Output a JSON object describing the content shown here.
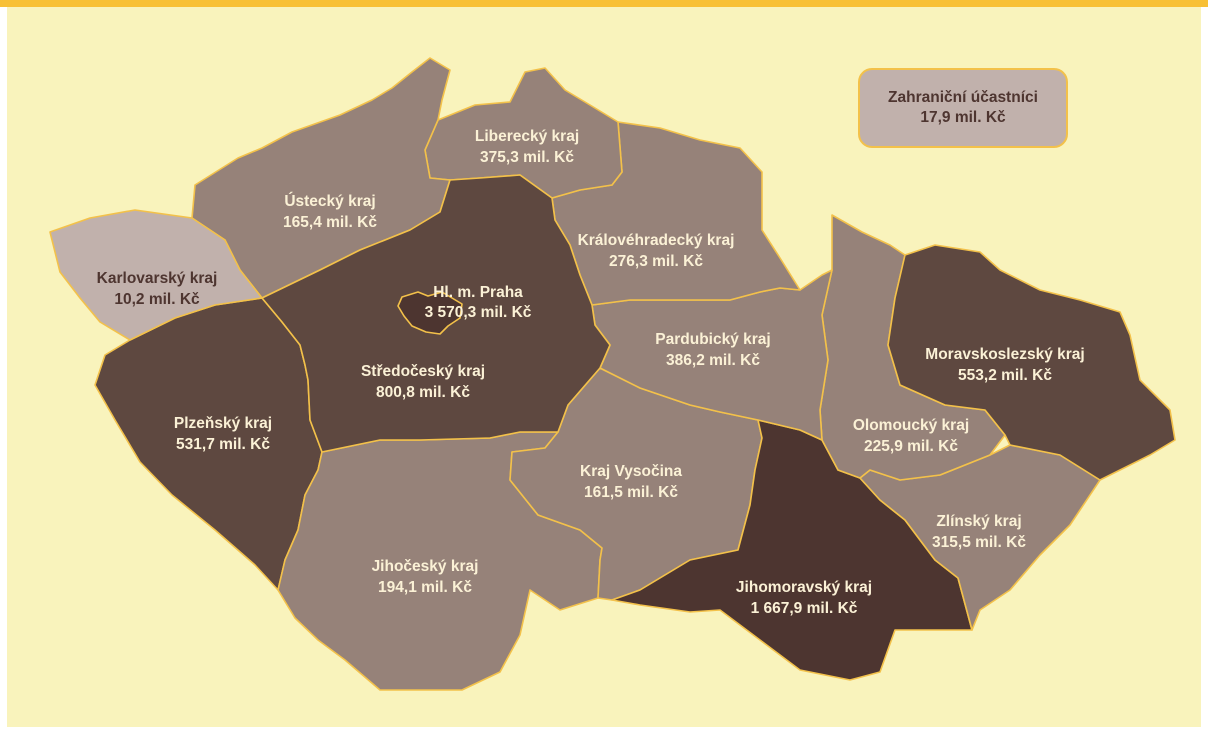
{
  "colors": {
    "top_bar": "#f8c035",
    "background": "#f9f3bc",
    "border": "#f3c14a",
    "very_light": "#c1b1ac",
    "light": "#968279",
    "medium": "#7b665e",
    "dark": "#5e4840",
    "darkest": "#4d3530",
    "label_light": "#fbf1d6",
    "label_dark": "#4e3530"
  },
  "foreign": {
    "name": "Zahraniční účastníci",
    "value": "17,9 mil. Kč"
  },
  "regions": {
    "usti": {
      "name": "Ústecký kraj",
      "value": "165,4 mil. Kč"
    },
    "liberec": {
      "name": "Liberecký kraj",
      "value": "375,3 mil. Kč"
    },
    "karlovy_vary": {
      "name": "Karlovarský kraj",
      "value": "10,2 mil. Kč"
    },
    "praha": {
      "name": "Hl. m. Praha",
      "value": "3 570,3 mil. Kč"
    },
    "hradec": {
      "name": "Královéhradecký kraj",
      "value": "276,3 mil. Kč"
    },
    "stredocesky": {
      "name": "Středočeský kraj",
      "value": "800,8 mil. Kč"
    },
    "pardubice": {
      "name": "Pardubický kraj",
      "value": "386,2 mil. Kč"
    },
    "moravskoslezsky": {
      "name": "Moravskoslezský kraj",
      "value": "553,2 mil. Kč"
    },
    "plzen": {
      "name": "Plzeňský kraj",
      "value": "531,7 mil. Kč"
    },
    "olomouc": {
      "name": "Olomoucký kraj",
      "value": "225,9 mil. Kč"
    },
    "vysocina": {
      "name": "Kraj Vysočina",
      "value": "161,5 mil. Kč"
    },
    "zlin": {
      "name": "Zlínský kraj",
      "value": "315,5 mil. Kč"
    },
    "jihocesky": {
      "name": "Jihočeský kraj",
      "value": "194,1 mil. Kč"
    },
    "jihomoravsky": {
      "name": "Jihomoravský kraj",
      "value": "1 667,9 mil. Kč"
    }
  }
}
